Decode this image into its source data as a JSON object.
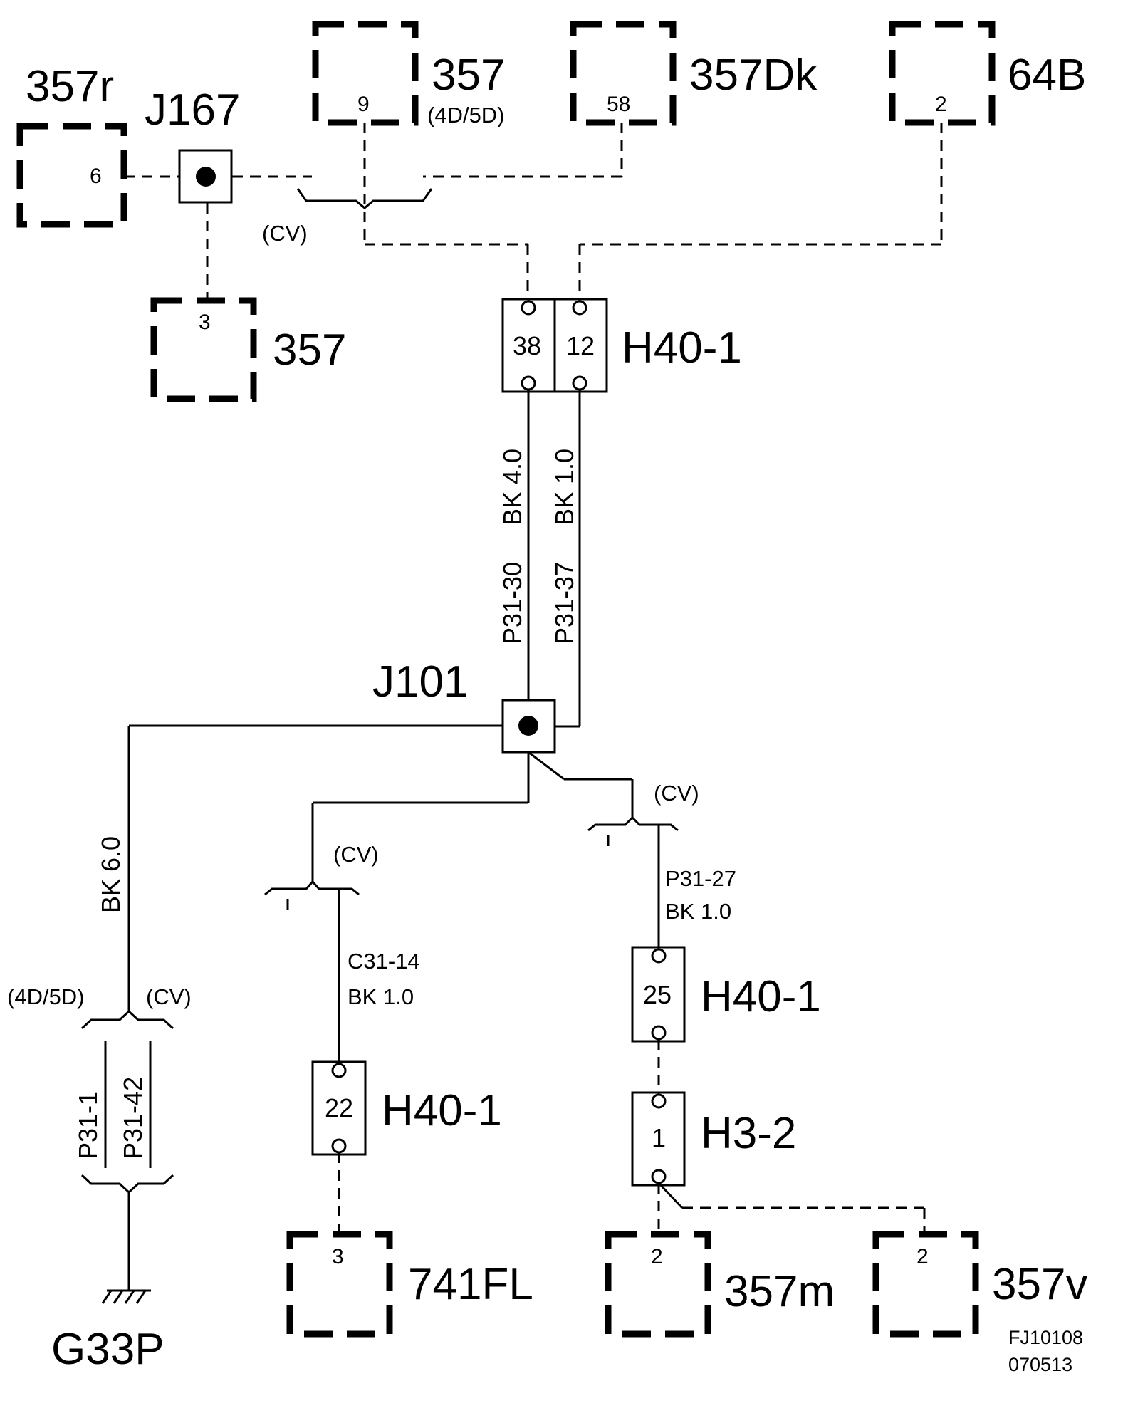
{
  "components": {
    "357r": {
      "label": "357r",
      "pin": "6"
    },
    "357_top": {
      "label": "357",
      "pin": "9",
      "note": "(4D/5D)"
    },
    "357Dk": {
      "label": "357Dk",
      "pin": "58"
    },
    "64B": {
      "label": "64B",
      "pin": "2"
    },
    "357_left": {
      "label": "357",
      "pin": "3"
    },
    "741FL": {
      "label": "741FL",
      "pin": "3"
    },
    "357m": {
      "label": "357m",
      "pin": "2"
    },
    "357v": {
      "label": "357v",
      "pin": "2"
    }
  },
  "junctions": {
    "J167": "J167",
    "J101": "J101"
  },
  "connectors": {
    "H40_1_top": {
      "label": "H40-1",
      "pins": [
        "38",
        "12"
      ]
    },
    "H40_1_22": {
      "label": "H40-1",
      "pin": "22"
    },
    "H40_1_25": {
      "label": "H40-1",
      "pin": "25"
    },
    "H3_2": {
      "label": "H3-2",
      "pin": "1"
    }
  },
  "wires": {
    "w1_circuit": "P31-30",
    "w1_spec": "BK  4.0",
    "w2_circuit": "P31-37",
    "w2_spec": "BK   1.0",
    "w3_spec": "BK  6.0",
    "w4_circuit": "C31-14",
    "w4_spec": "BK    1.0",
    "w5_circuit": "P31-27",
    "w5_spec": "BK  1.0",
    "w6_circuit": "P31-1",
    "w7_circuit": "P31-42"
  },
  "annotations": {
    "cv_top": "(CV)",
    "cv_mid": "(CV)",
    "cv_right": "(CV)",
    "cv_bottom": "(CV)",
    "variant_bottom": "(4D/5D)"
  },
  "ground": {
    "label": "G33P"
  },
  "figure_id": {
    "line1": "FJ10108",
    "line2": "070513"
  }
}
